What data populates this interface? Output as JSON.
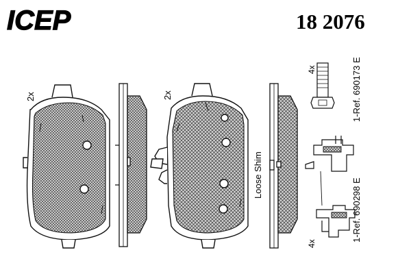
{
  "header": {
    "brand": "ICEP",
    "part_number": "18 2076"
  },
  "labels": {
    "qty_pad_left": "2x",
    "qty_pad_right": "2x",
    "shim_note": "Loose Shim",
    "qty_bolt": "4x",
    "ref_bolt": "1-Ref. 690173 E",
    "qty_clip": "4x",
    "ref_clip": "1-Ref. 690298 E"
  },
  "colors": {
    "line": "#111111",
    "hatch": "#2a2a2a",
    "background": "#ffffff"
  }
}
